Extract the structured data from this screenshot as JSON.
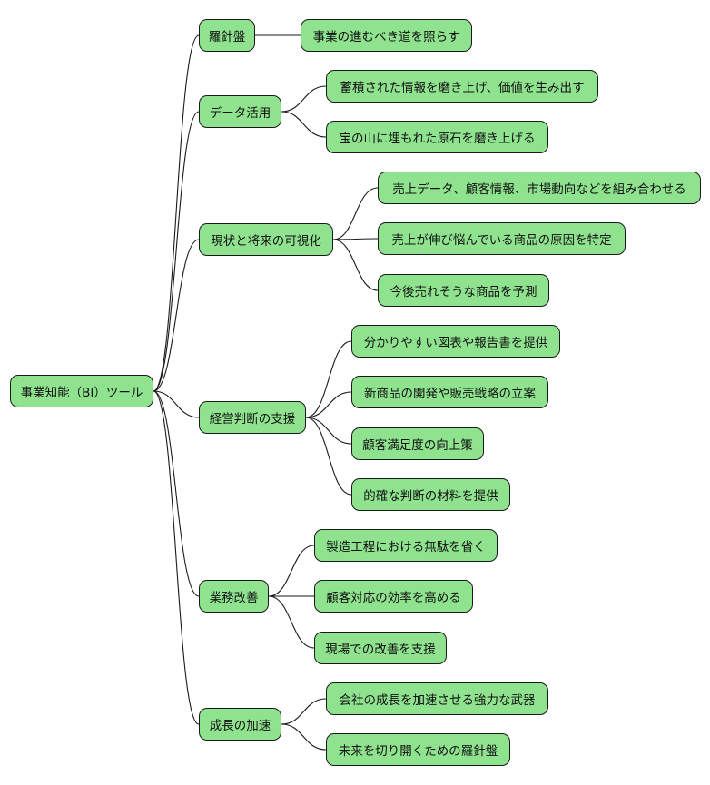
{
  "mindmap": {
    "root": {
      "label": "事業知能（BI）ツール"
    },
    "branches": [
      {
        "label": "羅針盤",
        "children": [
          "事業の進むべき道を照らす"
        ]
      },
      {
        "label": "データ活用",
        "children": [
          "蓄積された情報を磨き上げ、価値を生み出す",
          "宝の山に埋もれた原石を磨き上げる"
        ]
      },
      {
        "label": "現状と将来の可視化",
        "children": [
          "売上データ、顧客情報、市場動向などを組み合わせる",
          "売上が伸び悩んでいる商品の原因を特定",
          "今後売れそうな商品を予測"
        ]
      },
      {
        "label": "経営判断の支援",
        "children": [
          "分かりやすい図表や報告書を提供",
          "新商品の開発や販売戦略の立案",
          "顧客満足度の向上策",
          "的確な判断の材料を提供"
        ]
      },
      {
        "label": "業務改善",
        "children": [
          "製造工程における無駄を省く",
          "顧客対応の効率を高める",
          "現場での改善を支援"
        ]
      },
      {
        "label": "成長の加速",
        "children": [
          "会社の成長を加速させる強力な武器",
          "未来を切り開くための羅針盤"
        ]
      }
    ]
  },
  "colors": {
    "node_fill": "#8fe38f",
    "stroke": "#1a1a1a"
  }
}
